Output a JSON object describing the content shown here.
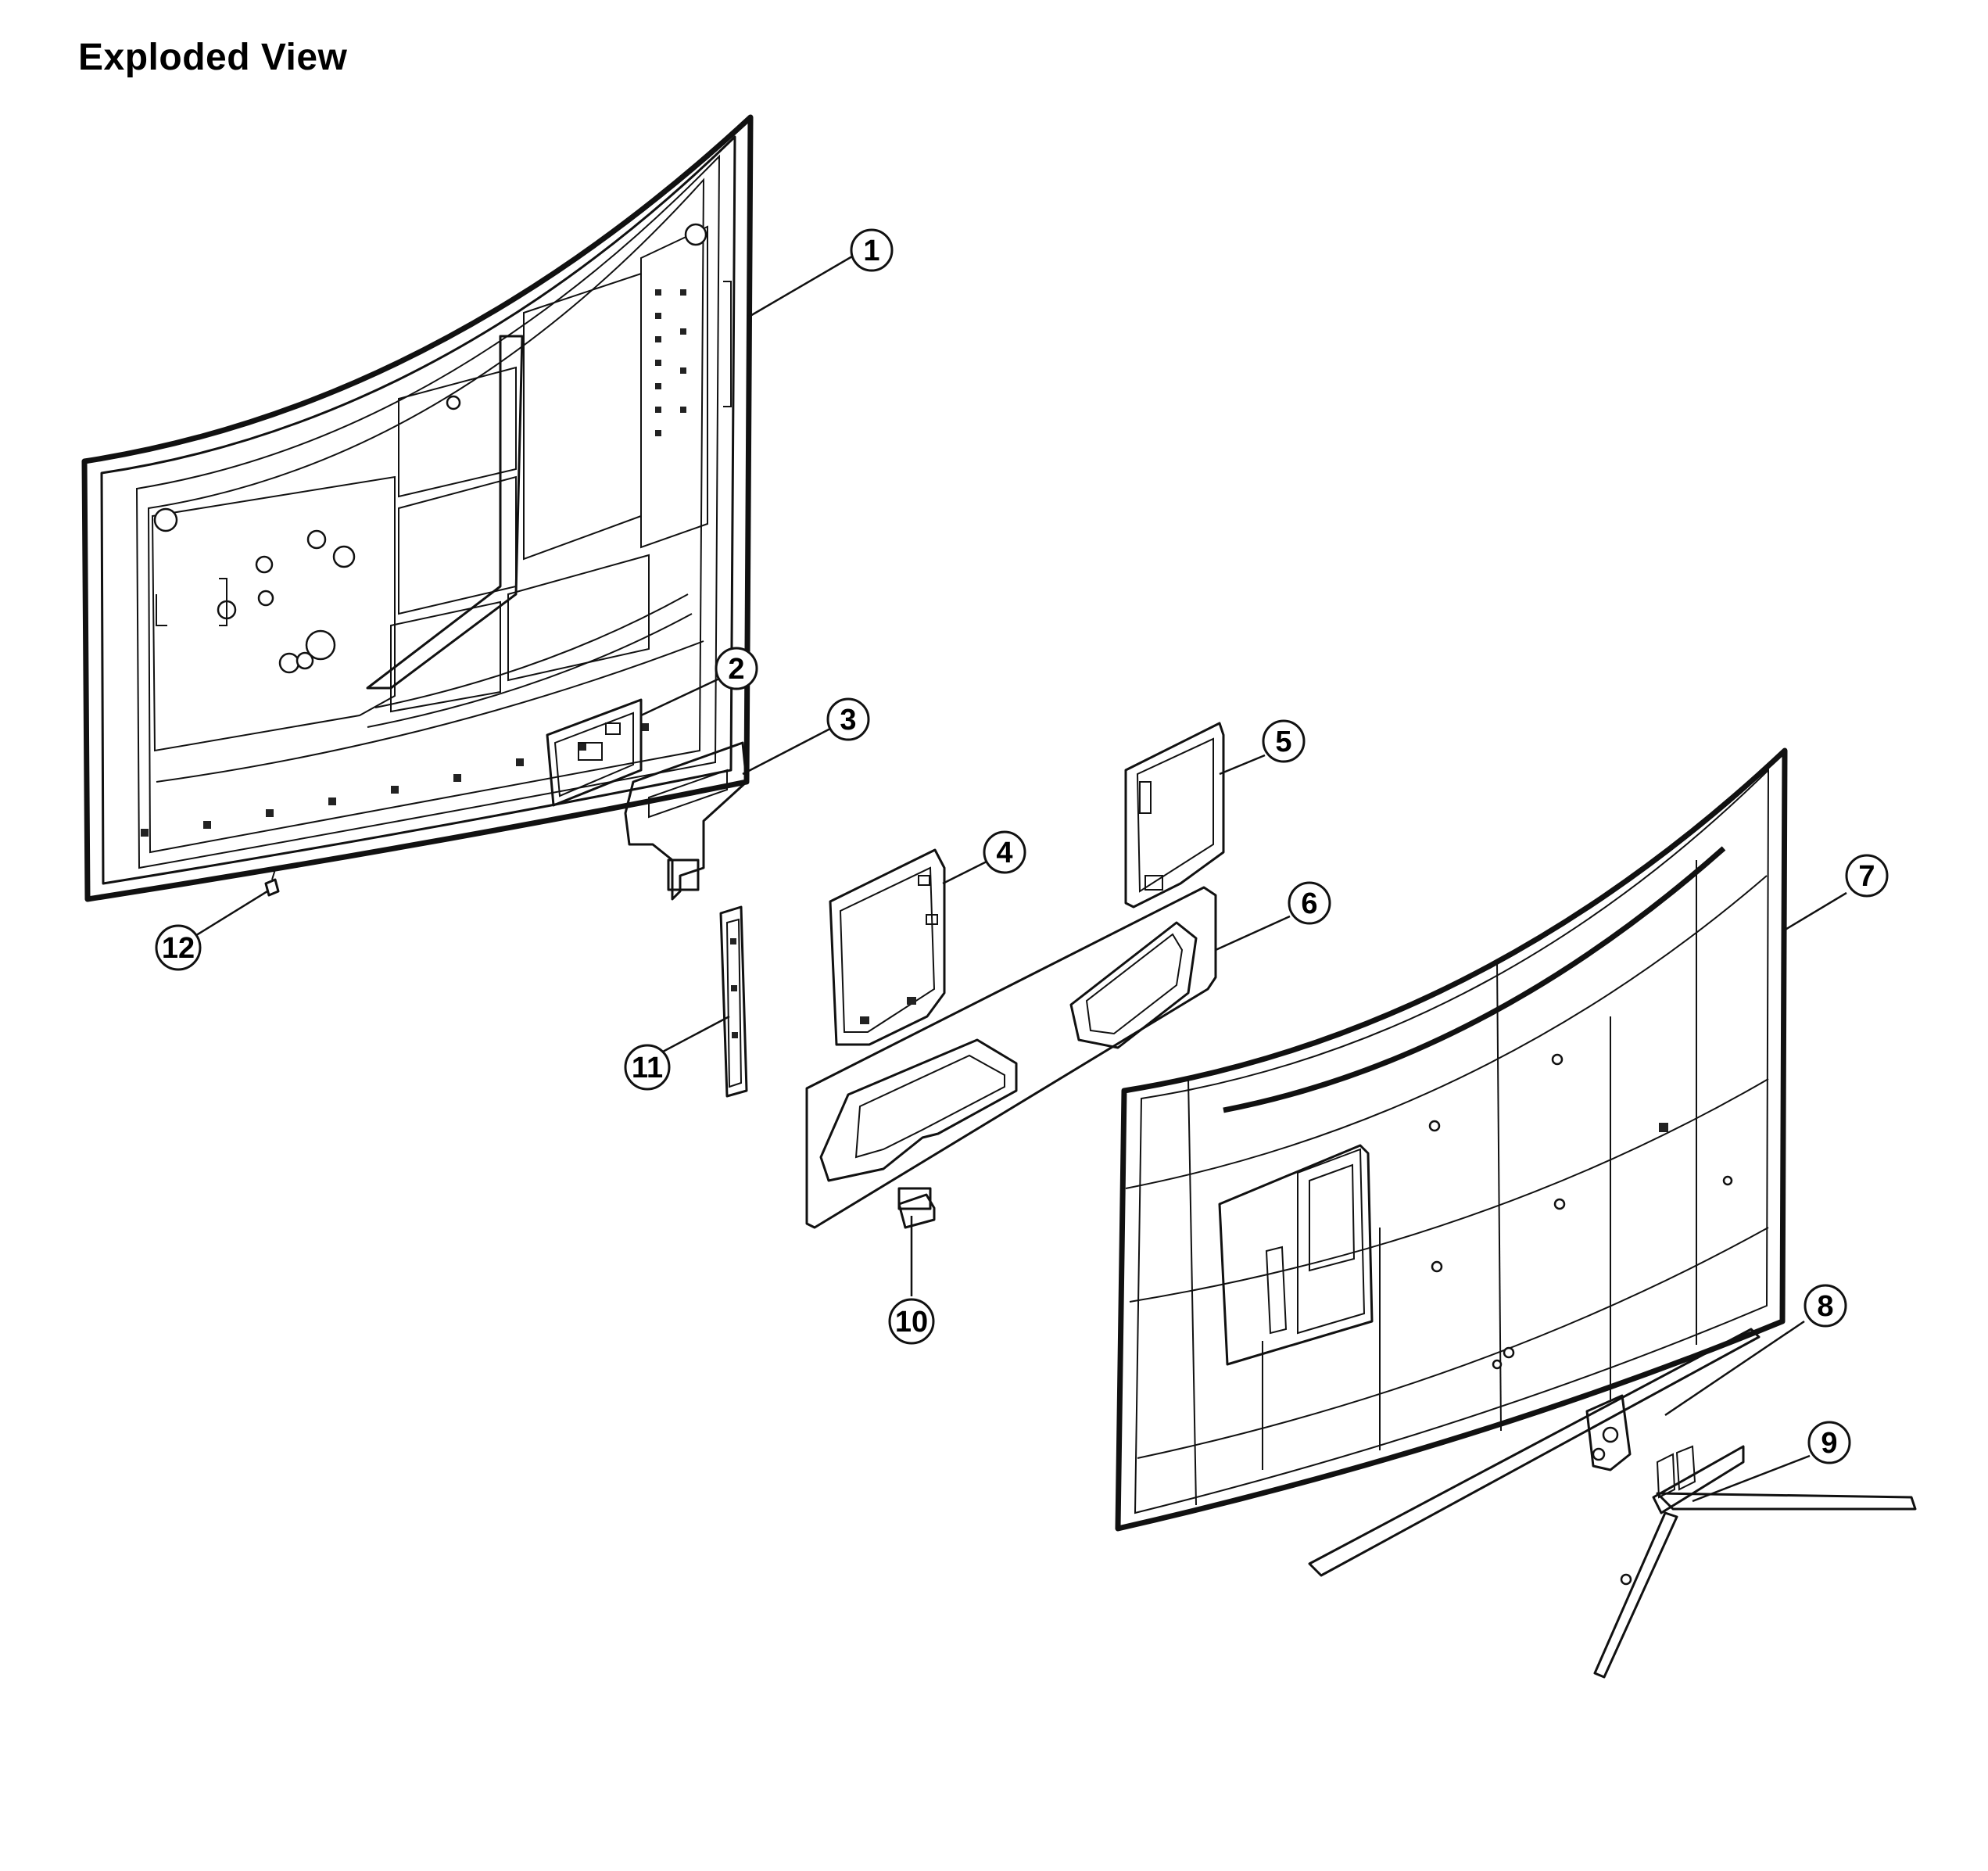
{
  "title": "Exploded View",
  "callouts": [
    {
      "id": "1",
      "label": "1"
    },
    {
      "id": "2",
      "label": "2"
    },
    {
      "id": "3",
      "label": "3"
    },
    {
      "id": "4",
      "label": "4"
    },
    {
      "id": "5",
      "label": "5"
    },
    {
      "id": "6",
      "label": "6"
    },
    {
      "id": "7",
      "label": "7"
    },
    {
      "id": "8",
      "label": "8"
    },
    {
      "id": "9",
      "label": "9"
    },
    {
      "id": "10",
      "label": "10"
    },
    {
      "id": "11",
      "label": "11"
    },
    {
      "id": "12",
      "label": "12"
    }
  ]
}
